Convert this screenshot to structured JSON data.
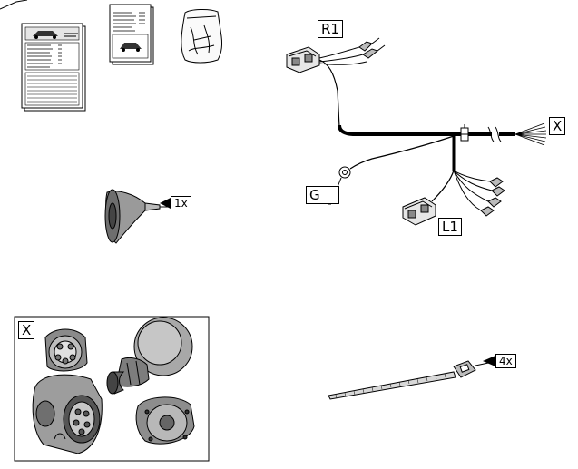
{
  "labels": {
    "r1": "R1",
    "x_wire": "X",
    "ground": "G",
    "l1": "L1",
    "x_socket": "X"
  },
  "quantities": {
    "grommet": "1x",
    "cable_tie": "4x"
  },
  "colors": {
    "line": "#000000",
    "fill_light": "#f2f2f2",
    "fill_mid": "#bfbfbf",
    "fill_dark": "#7a7a7a"
  }
}
